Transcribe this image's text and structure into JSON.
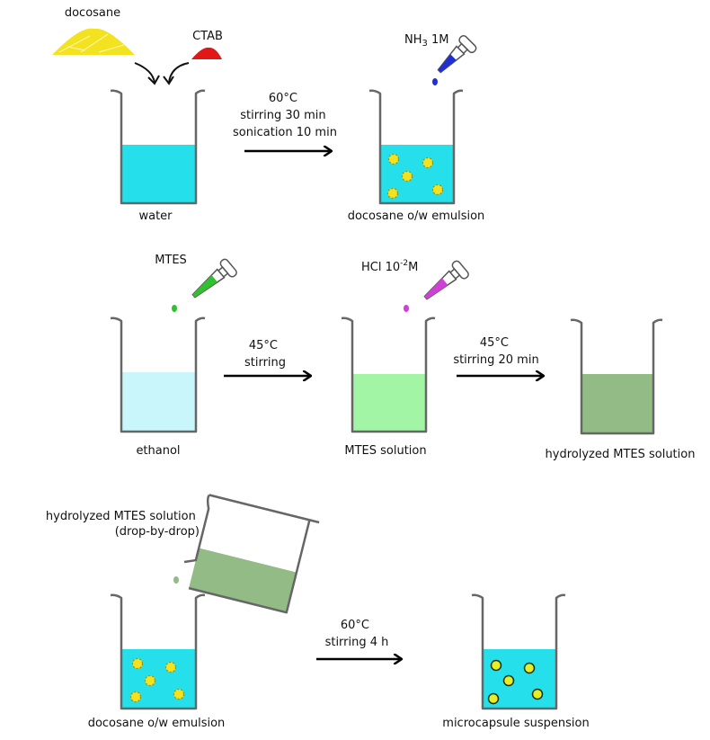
{
  "row1": {
    "docosane_label": "docosane",
    "ctab_label": "CTAB",
    "water_label": "water",
    "step_label": [
      "60°C",
      "stirring 30 min",
      "sonication 10 min"
    ],
    "nh3_base": "NH",
    "nh3_sub": "3",
    "nh3_rest": " 1M",
    "emulsion_label": "docosane o/w emulsion"
  },
  "row2": {
    "mtes_label": "MTES",
    "ethanol_label": "ethanol",
    "step1_label": [
      "45°C",
      "stirring"
    ],
    "hcl_base": "HCl 10",
    "hcl_sup": "-2",
    "hcl_rest": "M",
    "mtes_solution_label": "MTES solution",
    "step2_label": [
      "45°C",
      "stirring 20 min"
    ],
    "hydrolyzed_label": "hydrolyzed MTES solution"
  },
  "row3": {
    "pour_label": [
      "hydrolyzed MTES solution",
      "(drop-by-drop)"
    ],
    "emulsion_label": "docosane o/w emulsion",
    "step_label": [
      "60°C",
      "stirring 4 h"
    ],
    "suspension_label": "microcapsule suspension"
  },
  "colors": {
    "water": "#25e0ea",
    "ethanol": "#c9f6fb",
    "mtes_solution": "#a3f5a6",
    "hydrolyzed": "#93bb86",
    "docosane": "#f2e21f",
    "ctab": "#e01818",
    "nh3_dropper": "#2030d0",
    "mtes_dropper": "#30c030",
    "hcl_dropper": "#d040d8",
    "microcapsule": "#e8ee24"
  }
}
